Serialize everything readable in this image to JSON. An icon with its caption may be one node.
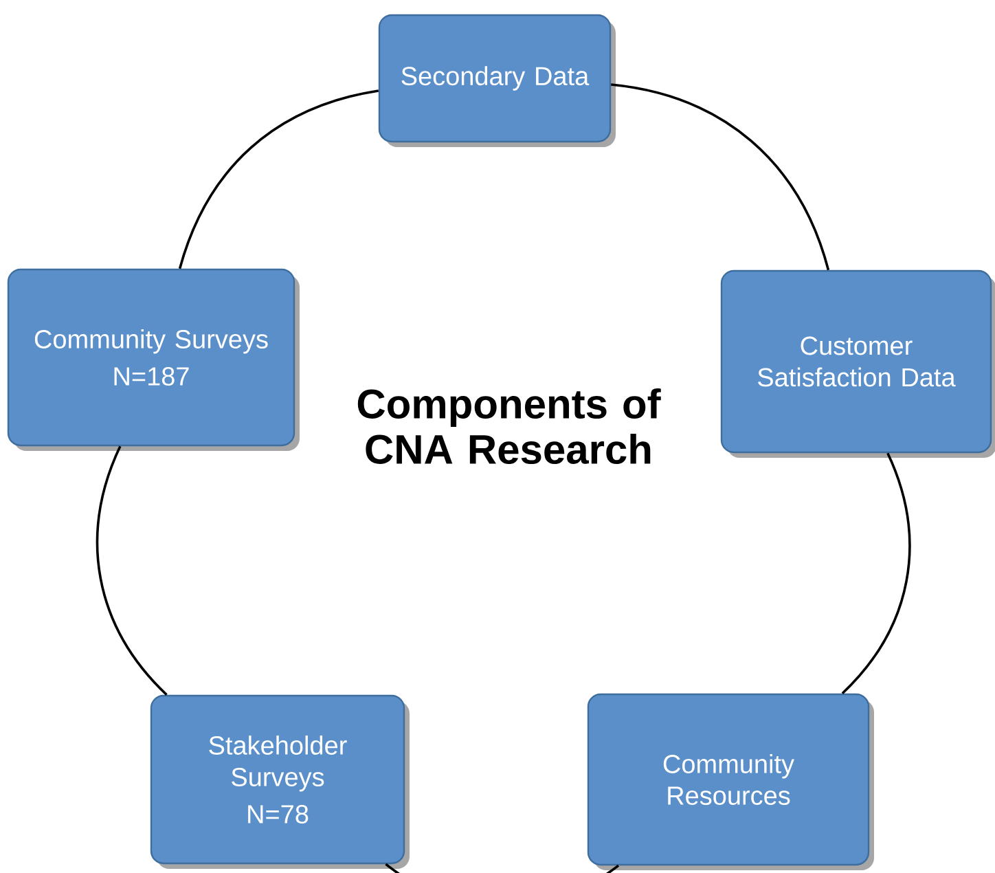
{
  "diagram": {
    "title": "Components of CNA Research",
    "nodes": [
      {
        "text": [
          "Secondary Data"
        ]
      },
      {
        "text": [
          "Community Surveys",
          "N=187"
        ]
      },
      {
        "text": [
          "Customer Satisfaction Data"
        ]
      },
      {
        "text": [
          "Stakeholder Surveys",
          "N=78"
        ]
      },
      {
        "text": [
          "Community Resources"
        ]
      }
    ],
    "edges": [
      {
        "from": 0,
        "to": 2,
        "arrow": "none"
      },
      {
        "from": 2,
        "to": 4,
        "arrow": "none"
      },
      {
        "from": 4,
        "to": 3,
        "arrow": "none"
      },
      {
        "from": 3,
        "to": 1,
        "arrow": "none"
      },
      {
        "from": 1,
        "to": 0,
        "arrow": "none"
      }
    ]
  }
}
